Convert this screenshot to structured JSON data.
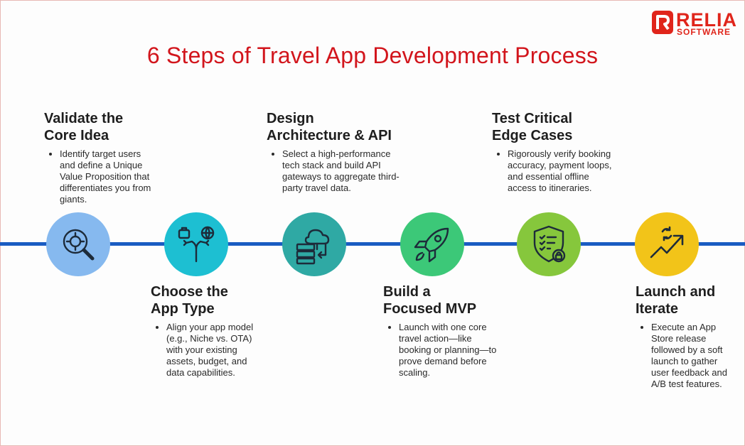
{
  "brand": {
    "name": "RELIA",
    "sub": "SOFTWARE",
    "color": "#e0251b"
  },
  "title": "6 Steps of Travel App Development Process",
  "timeline_color": "#1a5cc2",
  "steps": [
    {
      "title_l1": "Validate the",
      "title_l2": "Core Idea",
      "desc": "Identify target users and define a Unique Value Proposition that differentiates you from giants.",
      "icon": "magnifier-target-icon",
      "color": "#86b9ef"
    },
    {
      "title_l1": "Choose the",
      "title_l2": "App Type",
      "desc": "Align your app model (e.g., Niche vs. OTA) with your existing assets, budget, and data capabilities.",
      "icon": "branching-paths-icon",
      "color": "#1dbfd2"
    },
    {
      "title_l1": "Design",
      "title_l2": "Architecture & API",
      "desc": "Select a high-performance tech stack and build API gateways to aggregate third-party travel data.",
      "icon": "cloud-server-icon",
      "color": "#2fa9a4"
    },
    {
      "title_l1": "Build a",
      "title_l2": "Focused MVP",
      "desc": "Launch with one core travel action—like booking or planning—to prove demand before scaling.",
      "icon": "rocket-icon",
      "color": "#3cc878"
    },
    {
      "title_l1": "Test Critical",
      "title_l2": "Edge Cases",
      "desc": "Rigorously verify booking accuracy, payment loops, and essential offline access to itineraries.",
      "icon": "shield-checklist-icon",
      "color": "#86c73c"
    },
    {
      "title_l1": "Launch and",
      "title_l2": "Iterate",
      "desc": "Execute an App Store release followed by a soft launch to gather user feedback and A/B test features.",
      "icon": "growth-arrow-icon",
      "color": "#f2c419"
    }
  ]
}
